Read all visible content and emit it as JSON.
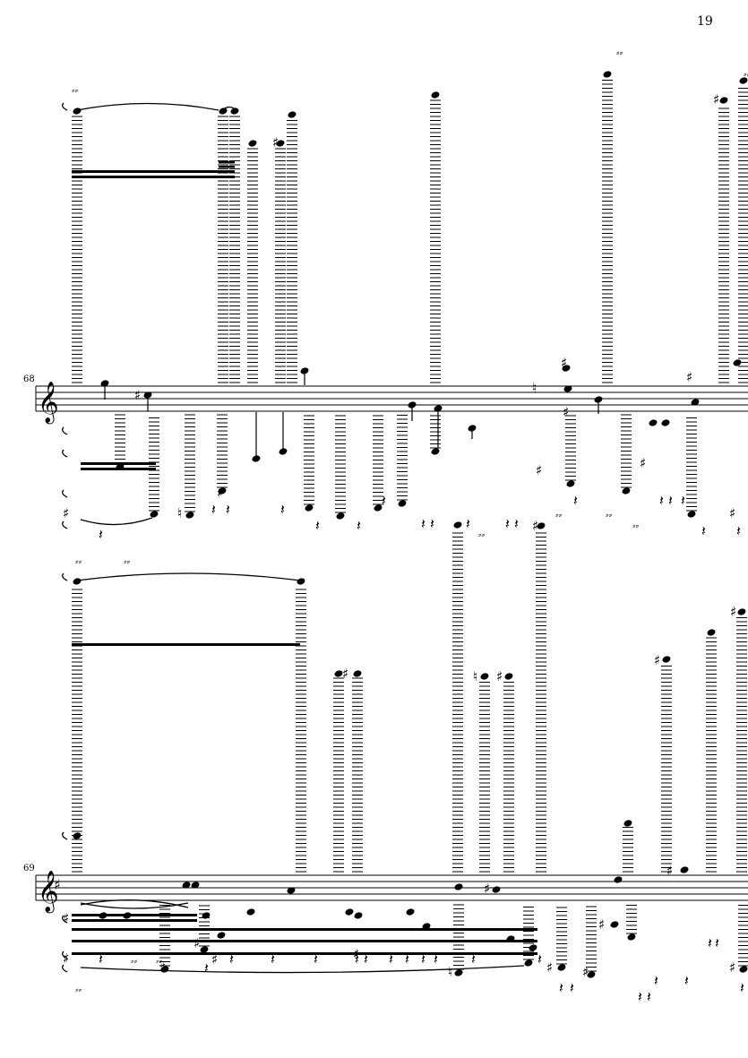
{
  "page": {
    "number": "19"
  },
  "systems": [
    {
      "measure": "68"
    },
    {
      "measure": "69"
    }
  ],
  "colors": {
    "ink": "#000000",
    "paper": "#ffffff"
  }
}
